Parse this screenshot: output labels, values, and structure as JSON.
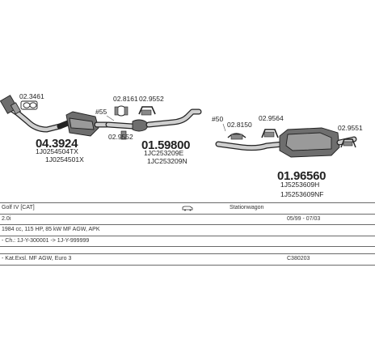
{
  "parts": {
    "p1": "02.3461",
    "p2": "04.3924",
    "p2_ref1": "1J0254504TX",
    "p2_ref2": "1J0254501X",
    "p3": "#55",
    "p4": "02.8161",
    "p5": "02.9552",
    "p6": "02.9552",
    "p7": "01.59800",
    "p7_ref1": "1JC253209E",
    "p7_ref2": "1JC253209N",
    "p8": "#50",
    "p9": "02.8150",
    "p10": "02.9564",
    "p11": "02.9551",
    "p12": "01.96560",
    "p12_ref1": "1J5253609H",
    "p12_ref2": "1J5253609NF"
  },
  "info": {
    "model": "Golf IV  [CAT]",
    "body": "Stationwagon",
    "engine": "2.0i",
    "date_range": "05/99 - 07/03",
    "spec": "1984 cc, 115 HP, 85 kW  MF AGW, APK",
    "chassis": "- Ch.: 1J-Y-300001 -> 1J-Y-999999",
    "note": "- Kat.Exsl. MF AGW, Euro 3",
    "code": "C380203"
  }
}
